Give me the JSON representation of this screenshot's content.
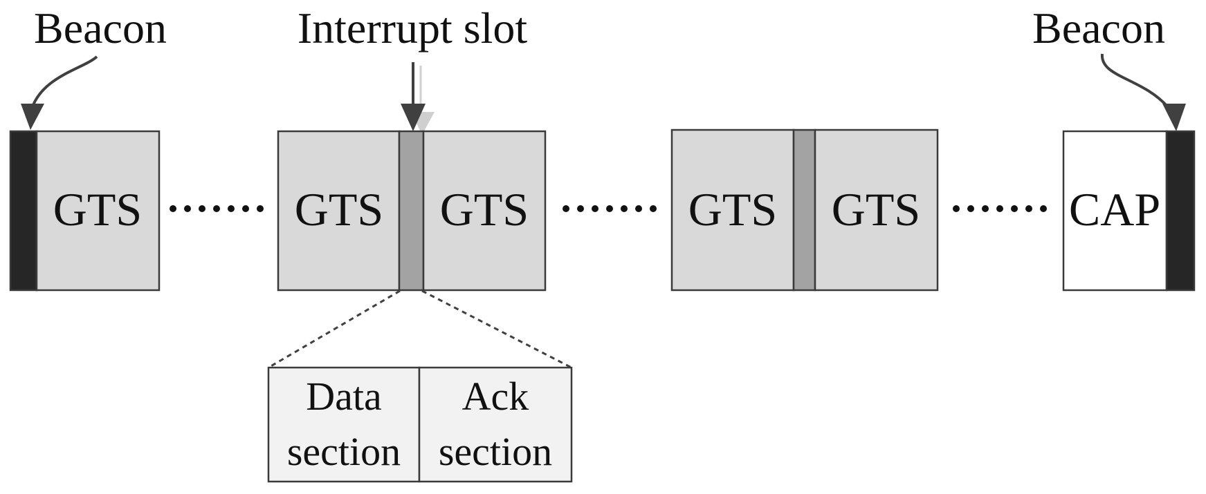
{
  "labels": {
    "beacon_left": "Beacon",
    "interrupt_slot": "Interrupt slot",
    "beacon_right": "Beacon",
    "gts_1": "GTS",
    "gts_2": "GTS",
    "gts_3": "GTS",
    "gts_4": "GTS",
    "gts_5": "GTS",
    "cap": "CAP",
    "data_section_line1": "Data",
    "data_section_line2": "section",
    "ack_section_line1": "Ack",
    "ack_section_line2": "section"
  },
  "colors": {
    "gts_fill": "#d9d9d9",
    "interrupt_fill": "#a3a3a3",
    "beacon_fill": "#262626",
    "cap_fill": "#ffffff",
    "section_fill": "#f2f2f2",
    "arrow": "#404040"
  }
}
